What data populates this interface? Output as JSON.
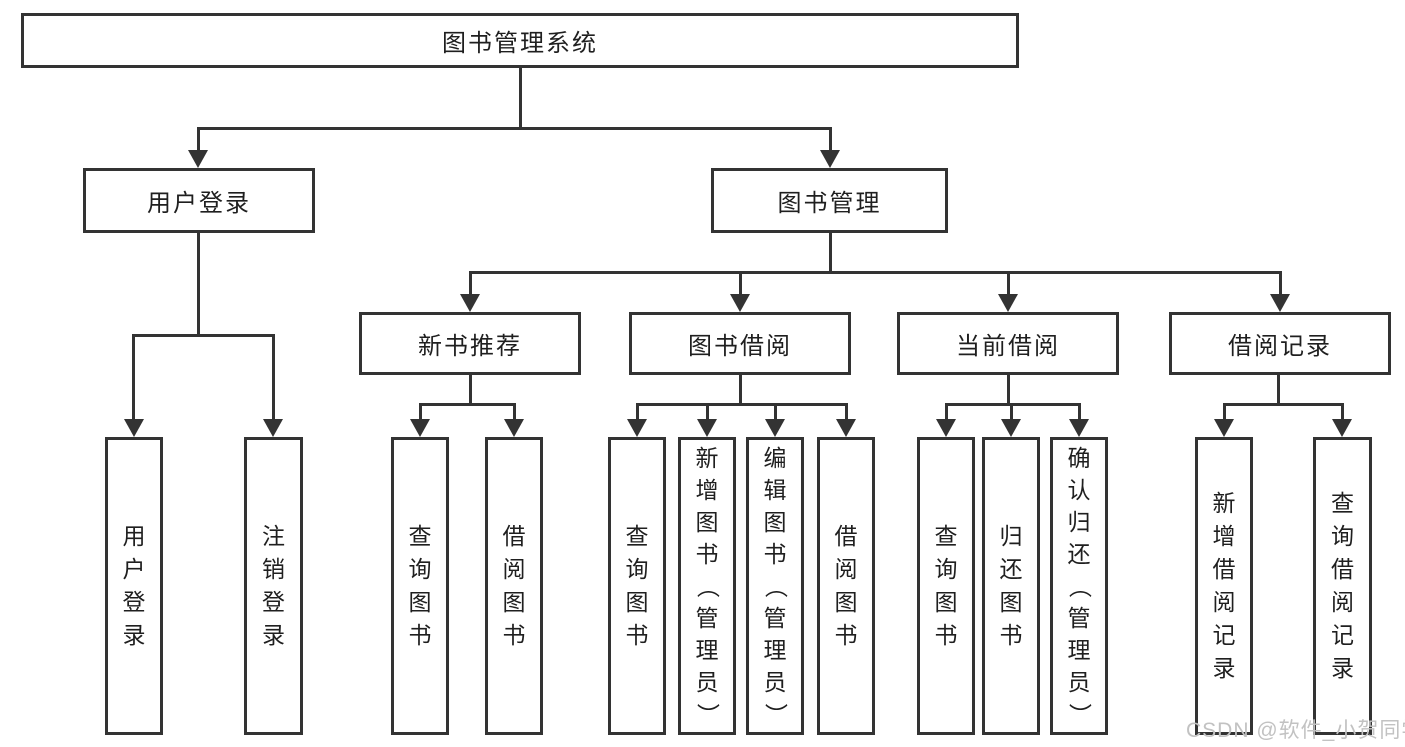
{
  "tree": {
    "label": "图书管理系统",
    "children": [
      {
        "label": "用户登录",
        "children": [
          {
            "label": "用户登录"
          },
          {
            "label": "注销登录"
          }
        ]
      },
      {
        "label": "图书管理",
        "children": [
          {
            "label": "新书推荐",
            "children": [
              {
                "label": "查询图书"
              },
              {
                "label": "借阅图书"
              }
            ]
          },
          {
            "label": "图书借阅",
            "children": [
              {
                "label": "查询图书"
              },
              {
                "label": "新增图书（管理员）"
              },
              {
                "label": "编辑图书（管理员）"
              },
              {
                "label": "借阅图书"
              }
            ]
          },
          {
            "label": "当前借阅",
            "children": [
              {
                "label": "查询图书"
              },
              {
                "label": "归还图书"
              },
              {
                "label": "确认归还（管理员）"
              }
            ]
          },
          {
            "label": "借阅记录",
            "children": [
              {
                "label": "新增借阅记录"
              },
              {
                "label": "查询借阅记录"
              }
            ]
          }
        ]
      }
    ]
  },
  "watermark": {
    "text": "CSDN @软件_小贺同学"
  },
  "colors": {
    "line": "#333333",
    "text": "#1f1f1f",
    "watermark": "#c2c2c2",
    "background": "#ffffff"
  }
}
